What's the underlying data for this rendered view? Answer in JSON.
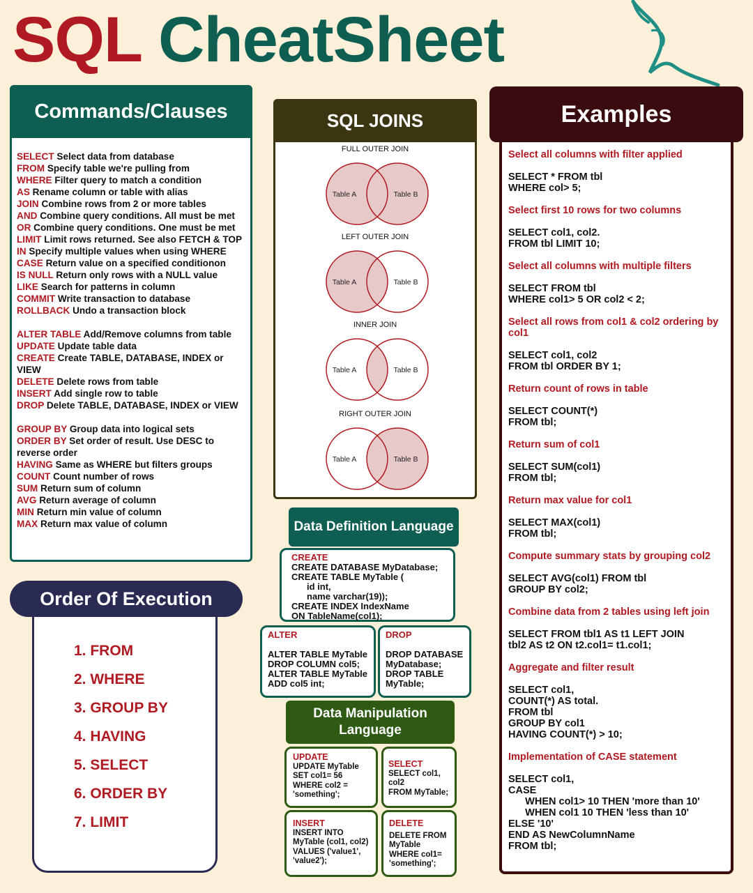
{
  "title": {
    "sql": "SQL",
    "cheatsheet": "CheatSheet"
  },
  "commands": {
    "heading": "Commands/Clauses",
    "groups": [
      [
        {
          "kw": "SELECT",
          "desc": "Select data from database"
        },
        {
          "kw": "FROM",
          "desc": "Specify table we're pulling from"
        },
        {
          "kw": "WHERE",
          "desc": "Filter query to match a condition"
        },
        {
          "kw": "AS",
          "desc": "Rename column or table with alias"
        },
        {
          "kw": "JOIN",
          "desc": "Combine rows from 2 or more tables"
        },
        {
          "kw": "AND",
          "desc": "Combine query conditions. All must be met"
        },
        {
          "kw": "OR",
          "desc": "Combine query conditions. One must be met"
        },
        {
          "kw": "LIMIT",
          "desc": "Limit rows returned. See also FETCH & TOP"
        },
        {
          "kw": "IN",
          "desc": "Specify multiple values when using WHERE"
        },
        {
          "kw": "CASE",
          "desc": "Return value on a specified conditionon"
        },
        {
          "kw": "IS NULL",
          "desc": "Return only rows with a NULL value"
        },
        {
          "kw": "LIKE",
          "desc": "Search for patterns in column"
        },
        {
          "kw": "COMMIT",
          "desc": "Write transaction to database"
        },
        {
          "kw": "ROLLBACK",
          "desc": "Undo a transaction block"
        }
      ],
      [
        {
          "kw": "ALTER TABLE",
          "desc": "Add/Remove columns from table"
        },
        {
          "kw": "UPDATE",
          "desc": "Update table data"
        },
        {
          "kw": "CREATE",
          "desc": "Create TABLE, DATABASE, INDEX or VIEW"
        },
        {
          "kw": "DELETE",
          "desc": "Delete rows from table"
        },
        {
          "kw": "INSERT",
          "desc": "Add single row to table"
        },
        {
          "kw": "DROP",
          "desc": "Delete TABLE, DATABASE, INDEX or VIEW"
        }
      ],
      [
        {
          "kw": "GROUP BY",
          "desc": "Group data into logical sets"
        },
        {
          "kw": "ORDER BY",
          "desc": "Set order of result. Use DESC to reverse order"
        },
        {
          "kw": "HAVING",
          "desc": "Same as WHERE but filters groups"
        },
        {
          "kw": "COUNT",
          "desc": "Count number of rows"
        },
        {
          "kw": "SUM",
          "desc": "Return sum of column"
        },
        {
          "kw": "AVG",
          "desc": "Return average of column"
        },
        {
          "kw": "MIN",
          "desc": "Return min value of column"
        },
        {
          "kw": "MAX",
          "desc": "Return max value of column"
        }
      ]
    ]
  },
  "order_of_execution": {
    "heading": "Order Of Execution",
    "steps": [
      "1. FROM",
      "2. WHERE",
      "3. GROUP BY",
      "4. HAVING",
      "5. SELECT",
      "6. ORDER BY",
      "7. LIMIT"
    ]
  },
  "joins": {
    "heading": "SQL JOINS",
    "items": [
      {
        "label": "FULL OUTER JOIN",
        "a": "Table A",
        "b": "Table B",
        "shade": "full"
      },
      {
        "label": "LEFT OUTER JOIN",
        "a": "Table A",
        "b": "Table B",
        "shade": "left"
      },
      {
        "label": "INNER JOIN",
        "a": "Table A",
        "b": "Table B",
        "shade": "inner"
      },
      {
        "label": "RIGHT OUTER JOIN",
        "a": "Table A",
        "b": "Table B",
        "shade": "right"
      }
    ],
    "fill_color": "#e8c9c9",
    "stroke_color": "#b01a22"
  },
  "ddl": {
    "heading": "Data Definition Language",
    "create": {
      "kw": "CREATE",
      "lines": [
        "CREATE DATABASE MyDatabase;",
        "CREATE TABLE MyTable (",
        "id int,",
        "name varchar(19));",
        "CREATE INDEX IndexName",
        "ON TableName(col1);"
      ]
    },
    "alter": {
      "kw": "ALTER",
      "lines": [
        "ALTER TABLE MyTable",
        "DROP COLUMN col5;",
        "ALTER TABLE MyTable",
        "ADD col5 int;"
      ]
    },
    "drop": {
      "kw": "DROP",
      "lines": [
        "DROP DATABASE",
        "MyDatabase;",
        "DROP TABLE",
        "MyTable;"
      ]
    }
  },
  "dml": {
    "heading": "Data Manipulation Language",
    "update": {
      "kw": "UPDATE",
      "lines": [
        "UPDATE MyTable",
        "SET col1= 56",
        "WHERE col2 =",
        "'something';"
      ]
    },
    "select": {
      "kw": "SELECT",
      "lines": [
        "SELECT col1,",
        "col2",
        "FROM MyTable;"
      ]
    },
    "insert": {
      "kw": "INSERT",
      "lines": [
        "INSERT INTO",
        "MyTable (col1, col2)",
        "VALUES ('value1',",
        "'value2');"
      ]
    },
    "delete": {
      "kw": "DELETE",
      "lines": [
        "DELETE FROM",
        "MyTable",
        "WHERE col1=",
        "'something';"
      ]
    }
  },
  "examples": {
    "heading": "Examples",
    "items": [
      {
        "title": "Select all columns with filter applied",
        "code": "SELECT * FROM tbl\nWHERE col> 5;"
      },
      {
        "title": "Select first 10 rows for two columns",
        "code": "SELECT col1, col2.\nFROM tbl LIMIT 10;"
      },
      {
        "title": "Select all columns with multiple filters",
        "code": "SELECT FROM tbl\nWHERE col1> 5 OR col2 < 2;"
      },
      {
        "title": "Select all rows from col1 & col2 ordering by col1",
        "code": "SELECT col1, col2\nFROM tbl ORDER BY 1;"
      },
      {
        "title": "Return count of rows in table",
        "code": "SELECT COUNT(*)\nFROM tbl;"
      },
      {
        "title": "Return sum of col1",
        "code": "SELECT SUM(col1)\nFROM tbl;"
      },
      {
        "title": "Return max value for col1",
        "code": "SELECT MAX(col1)\nFROM tbl;"
      },
      {
        "title": "Compute summary stats by grouping col2",
        "code": "SELECT AVG(col1) FROM tbl\nGROUP BY col2;"
      },
      {
        "title": "Combine data from 2 tables using left join",
        "code": "SELECT FROM tbl1 AS t1 LEFT JOIN\ntbl2 AS t2 ON t2.col1= t1.col1;"
      },
      {
        "title": "Aggregate and filter result",
        "code": "SELECT col1,\nCOUNT(*) AS total.\nFROM tbl\nGROUP BY col1\nHAVING COUNT(*) > 10;"
      },
      {
        "title": "Implementation of CASE statement",
        "code": "SELECT col1,\nCASE\n      WHEN col1> 10 THEN 'more than 10'\n      WHEN col1 10 THEN 'less than 10'\nELSE '10'\nEND AS NewColumnName\nFROM tbl;"
      }
    ]
  },
  "colors": {
    "red": "#b01a22",
    "teal": "#0e5e52",
    "navy": "#2a2b52",
    "olive": "#3b3512",
    "green": "#2e5a14",
    "maroon": "#3a0c10",
    "background": "#fcf0d8"
  },
  "icons": [
    "mysql-dolphin-logo"
  ]
}
